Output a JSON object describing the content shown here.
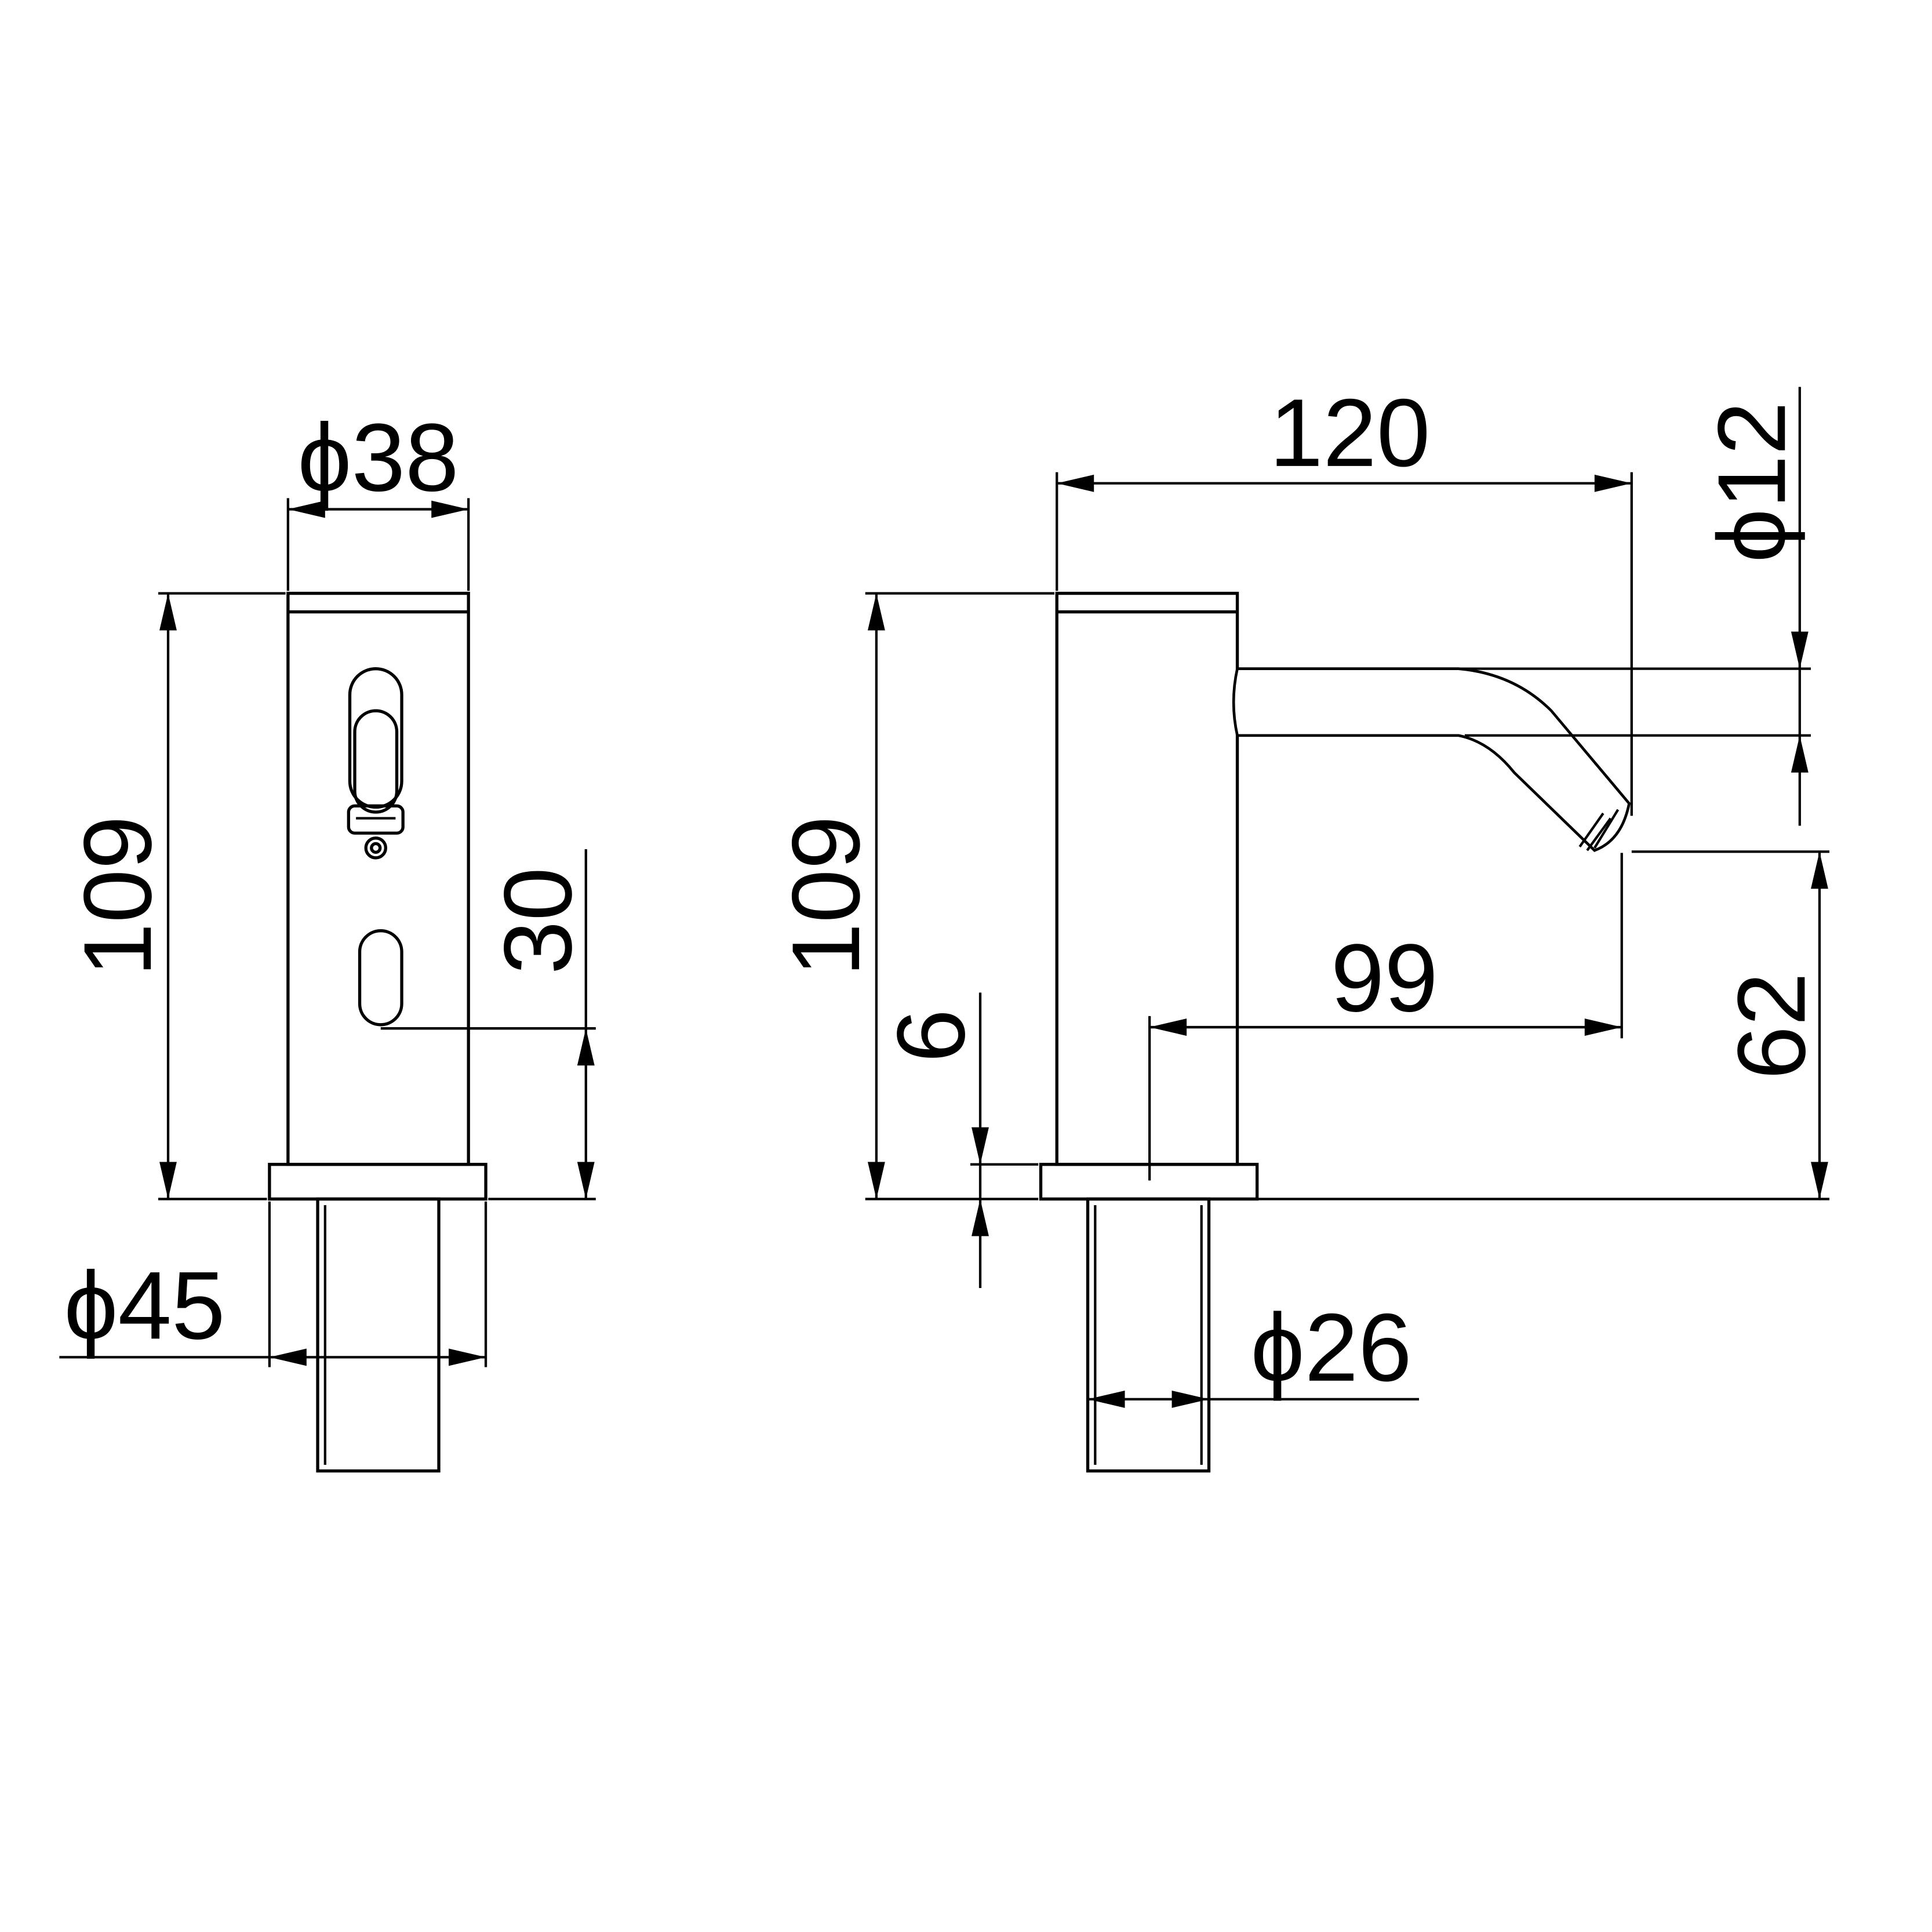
{
  "diagram": {
    "front_view": {
      "top_diameter": "ϕ38",
      "height": "109",
      "sensor_height": "30",
      "base_diameter": "ϕ45"
    },
    "side_view": {
      "overall_length": "120",
      "spout_diameter": "ϕ12",
      "height": "109",
      "spout_reach": "99",
      "base_thickness": "6",
      "spout_height": "62",
      "shank_diameter": "ϕ26"
    }
  }
}
